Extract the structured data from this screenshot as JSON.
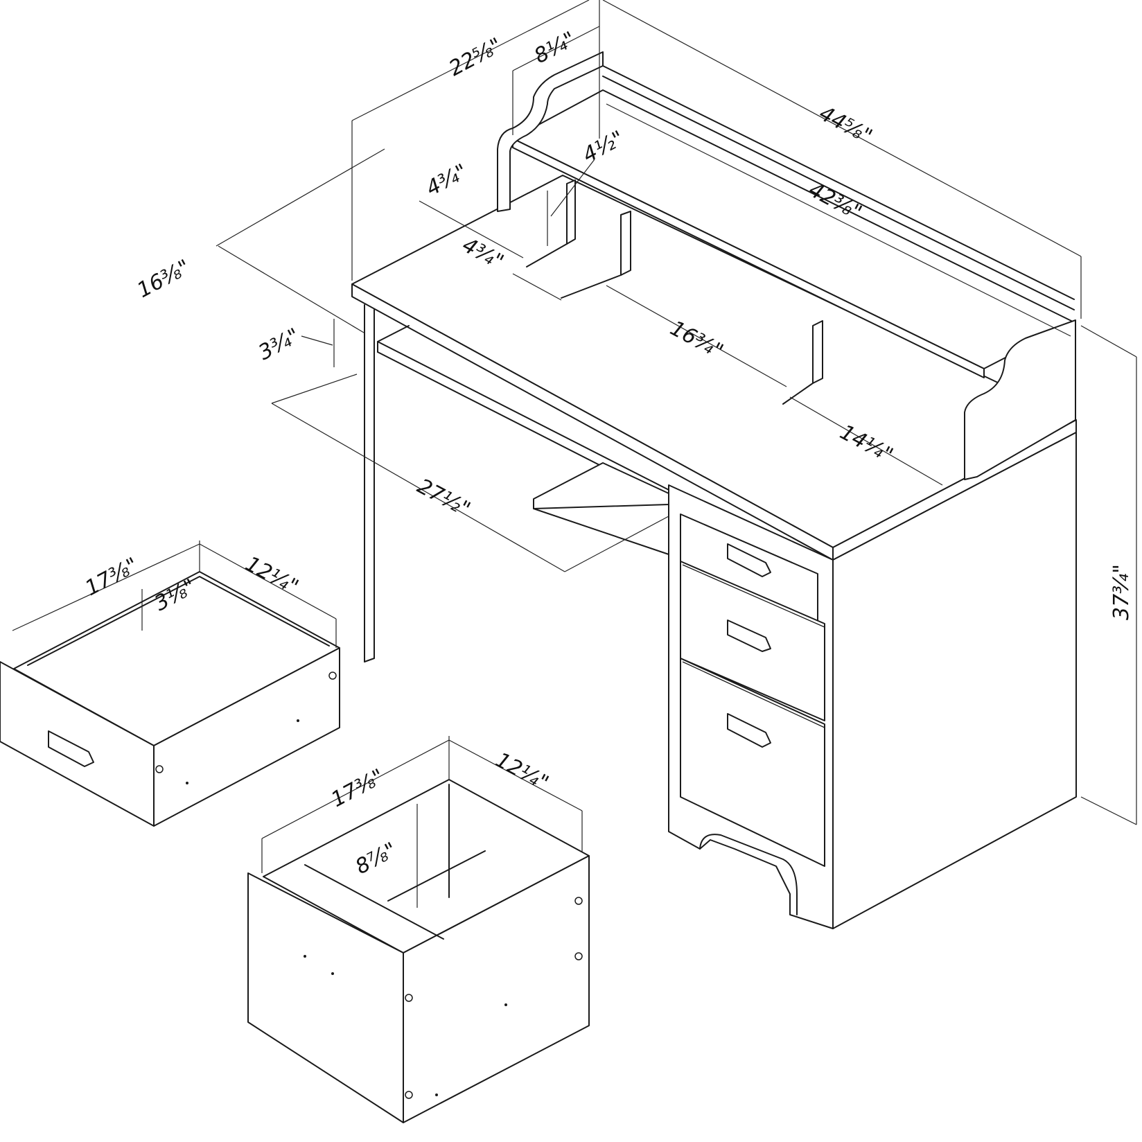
{
  "drawing": {
    "subject": "Desk with hutch and drawers - dimension diagram",
    "units": "inches",
    "line_color": "#1a1a1a",
    "background": "#ffffff"
  },
  "dimensions": {
    "overall_depth": "22⅝\"",
    "hutch_depth": "8¼\"",
    "overall_width": "44⅝\"",
    "hutch_inner_width": "42⅜\"",
    "hutch_shelf_height": "4½\"",
    "cubby_height": "4¾\"",
    "cubby_depth": "4¾\"",
    "knee_depth": "16⅜\"",
    "keyboard_gap": "3¾\"",
    "cubby_center_width": "16¾\"",
    "cubby_right_width": "14¼\"",
    "knee_width": "27½\"",
    "overall_height": "37¾\""
  },
  "drawers": [
    {
      "name": "small-drawer",
      "width": "17⅜\"",
      "depth": "12¼\"",
      "height": "3⅛\""
    },
    {
      "name": "file-drawer",
      "width": "17⅜\"",
      "depth": "12¼\"",
      "height": "8⅞\""
    }
  ]
}
